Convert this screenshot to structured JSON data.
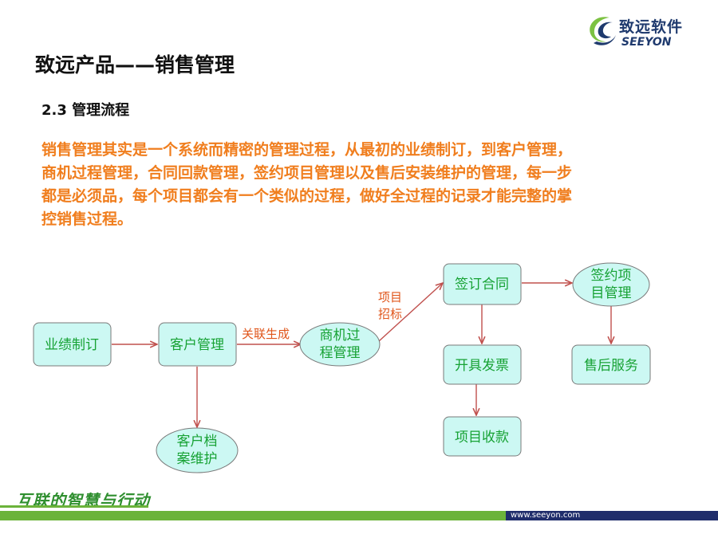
{
  "logo": {
    "name_cn": "致远软件",
    "name_en": "SEEYON"
  },
  "title": "致远产品——销售管理",
  "subtitle": "2.3 管理流程",
  "intro": [
    "销售管理其实是一个系统而精密的管理过程，从最初的业绩制订，到客户管理，",
    "商机过程管理，合同回款管理，签约项目管理以及售后安装维护的管理，每一步",
    "都是必须品，每个项目都会有一个类似的过程，做好全过程的记录才能完整的掌",
    "控销售过程。"
  ],
  "nodes": {
    "performance": "业绩制订",
    "customer": "客户管理",
    "archive": [
      "客户档",
      "案维护"
    ],
    "opportunity": [
      "商机过",
      "程管理"
    ],
    "contract": "签订合同",
    "project": [
      "签约项",
      "目管理"
    ],
    "invoice": "开具发票",
    "after_sales": "售后服务",
    "collection": "项目收款"
  },
  "edges": {
    "related": "关联生成",
    "bidding": [
      "项目",
      "招标"
    ]
  },
  "colors": {
    "node_fill": "#ccf8f3",
    "node_stroke": "#7a7a7a",
    "node_text": "#17a234",
    "arrow": "#c0504d",
    "intro_text": "#f07e1e"
  },
  "footer": {
    "slogan": "互联的智慧与行动",
    "url": "www.seeyon.com"
  }
}
